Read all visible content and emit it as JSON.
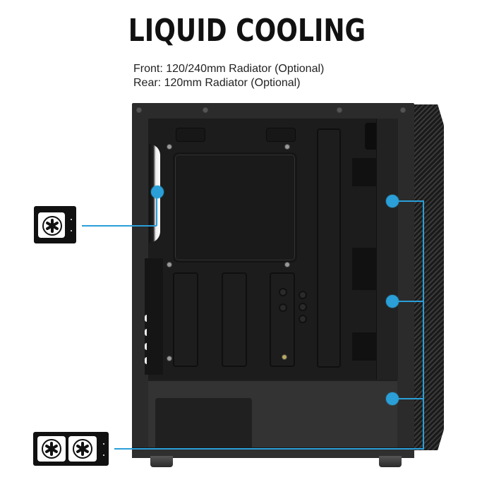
{
  "header": {
    "title": "LIQUID COOLING",
    "specs": [
      "Front: 120/240mm Radiator (Optional)",
      "Rear: 120mm Radiator (Optional)"
    ]
  },
  "product": {
    "name": "PC case interior (side view)",
    "side_panel": "carbon-fiber pattern front panel"
  },
  "callouts": {
    "rear": {
      "icon": "single-fan-radiator-icon",
      "label": "Rear 120mm radiator position"
    },
    "front": {
      "icon": "dual-fan-radiator-icon",
      "label": "Front 120/240mm radiator position",
      "points": 3
    }
  },
  "colors": {
    "accent": "#2a9fd8",
    "title": "#111111",
    "case": "#2b2b2b",
    "background": "#ffffff"
  }
}
